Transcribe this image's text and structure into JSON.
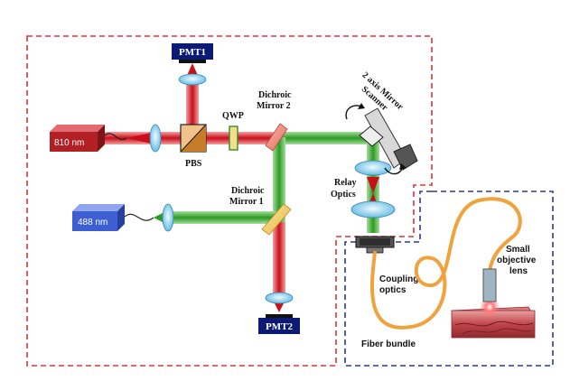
{
  "labels": {
    "pmt1": "PMT1",
    "pmt2": "PMT2",
    "laser_810": "810 nm",
    "laser_488": "488 nm",
    "pbs": "PBS",
    "qwp": "QWP",
    "dichroic2_line1": "Dichroic",
    "dichroic2_line2": "Mirror 2",
    "dichroic1_line1": "Dichroic",
    "dichroic1_line2": "Mirror 1",
    "scanner_line1": "2 axis Mirror",
    "scanner_line2": "Scanner",
    "relay_line1": "Relay",
    "relay_line2": "Optics",
    "coupling_line1": "Coupling",
    "coupling_line2": "optics",
    "fiber_bundle": "Fiber bundle",
    "objective_line1": "Small",
    "objective_line2": "objective",
    "objective_line3": "lens"
  },
  "colors": {
    "red_beam": "#d9141c",
    "green_beam": "#3aa832",
    "fiber": "#f0a23c",
    "lens": "#9fd9f3",
    "pmt_fill": "#0c1a73",
    "red_box_border": "#e0333a",
    "blue_box_border": "#2f3a8f",
    "laser_810": "#b21f24",
    "laser_488": "#3d5fd1"
  }
}
